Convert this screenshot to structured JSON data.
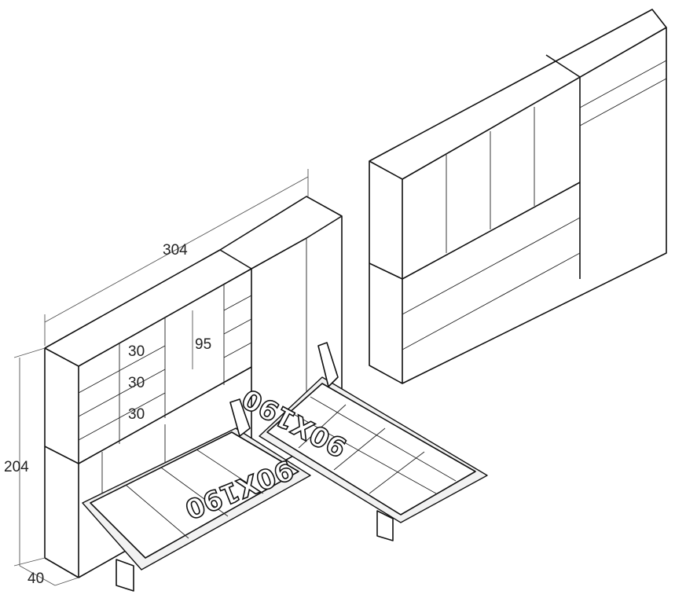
{
  "dimensions": {
    "width": "304",
    "height": "204",
    "depth": "40",
    "shelf_opening": "95",
    "shelf_1": "30",
    "shelf_2": "30",
    "shelf_3": "30"
  },
  "beds": {
    "left_bed_size": "90X190",
    "right_bed_size": "90X190"
  }
}
